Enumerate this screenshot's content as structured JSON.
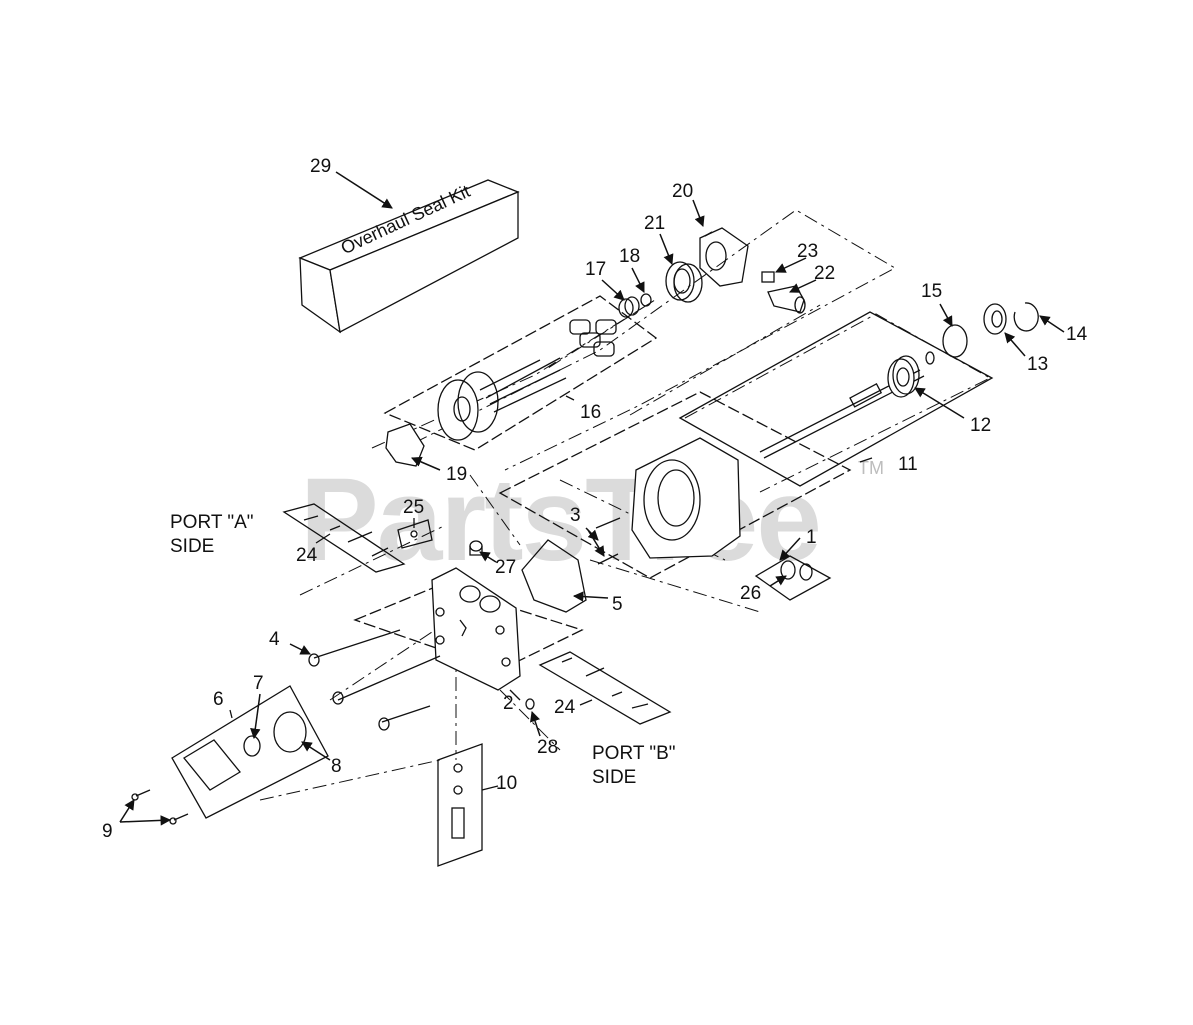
{
  "watermark": {
    "text": "PartsTree",
    "tm": "TM"
  },
  "seal_kit_text": "Overhaul Seal Kit",
  "port_labels": {
    "a": "PORT \"A\"\nSIDE",
    "b": "PORT \"B\"\nSIDE"
  },
  "callouts": [
    {
      "id": "c1",
      "text": "1"
    },
    {
      "id": "c2",
      "text": "2"
    },
    {
      "id": "c3",
      "text": "3"
    },
    {
      "id": "c4",
      "text": "4"
    },
    {
      "id": "c5",
      "text": "5"
    },
    {
      "id": "c6",
      "text": "6"
    },
    {
      "id": "c7",
      "text": "7"
    },
    {
      "id": "c8",
      "text": "8"
    },
    {
      "id": "c9",
      "text": "9"
    },
    {
      "id": "c10",
      "text": "10"
    },
    {
      "id": "c11",
      "text": "11"
    },
    {
      "id": "c12",
      "text": "12"
    },
    {
      "id": "c13",
      "text": "13"
    },
    {
      "id": "c14",
      "text": "14"
    },
    {
      "id": "c15",
      "text": "15"
    },
    {
      "id": "c16",
      "text": "16"
    },
    {
      "id": "c17",
      "text": "17"
    },
    {
      "id": "c18",
      "text": "18"
    },
    {
      "id": "c19",
      "text": "19"
    },
    {
      "id": "c20",
      "text": "20"
    },
    {
      "id": "c21",
      "text": "21"
    },
    {
      "id": "c22",
      "text": "22"
    },
    {
      "id": "c23",
      "text": "23"
    },
    {
      "id": "c24a",
      "text": "24"
    },
    {
      "id": "c24b",
      "text": "24"
    },
    {
      "id": "c25",
      "text": "25"
    },
    {
      "id": "c26",
      "text": "26"
    },
    {
      "id": "c27",
      "text": "27"
    },
    {
      "id": "c28",
      "text": "28"
    },
    {
      "id": "c29",
      "text": "29"
    }
  ],
  "colors": {
    "line": "#111111",
    "watermark": "#cfcfcf"
  }
}
